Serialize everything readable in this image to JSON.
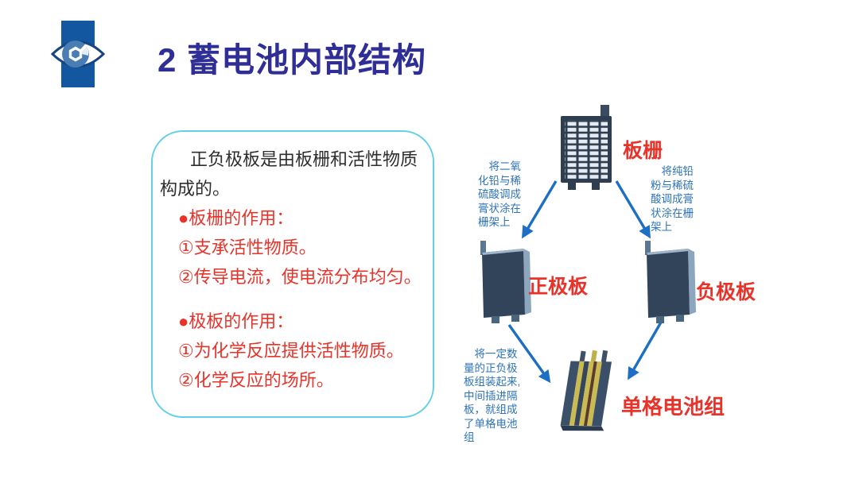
{
  "slide": {
    "title": "2 蓄电池内部结构"
  },
  "info_box": {
    "intro": "正负极板是由板栅和活性物质构成的。",
    "points_a": [
      "●板栅的作用：",
      "①支承活性物质。",
      "②传导电流，使电流分布均匀。"
    ],
    "points_b": [
      "●极板的作用：",
      "①为化学反应提供活性物质。",
      "②化学反应的场所。"
    ]
  },
  "diagram": {
    "grid_label": "板栅",
    "positive_label": "正极板",
    "negative_label": "负极板",
    "cell_label": "单格电池组",
    "note_left": "　将二氧\n化铅与稀\n硫酸调成\n膏状涂在\n栅架上",
    "note_right": "　将纯铅\n粉与稀硫\n酸调成膏\n状涂在栅\n架上",
    "note_bottom": "　将一定数\n量的正负极\n板组装起来,\n中间插进隔\n板，就组成\n了单格电池\n组"
  },
  "colors": {
    "title": "#2e2e96",
    "red_text": "#e8332a",
    "note_blue": "#2e73b8",
    "arrow_blue": "#1c6fc4",
    "box_border": "#63d0e8",
    "plate_dark": "#2e3e50",
    "plate_edge": "#8ba6bd",
    "battery_yellow": "#c9ba52",
    "logo_blue": "#1257a0"
  }
}
